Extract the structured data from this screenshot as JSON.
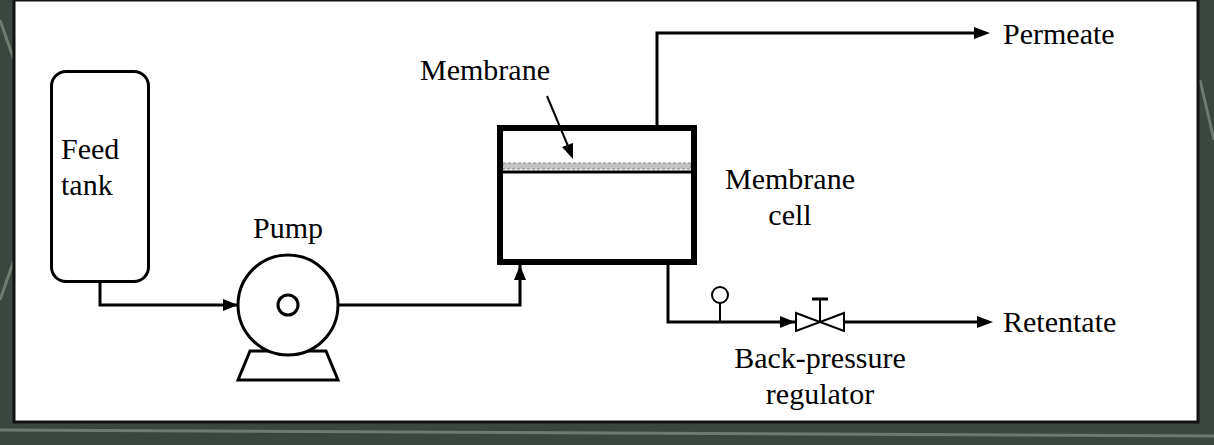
{
  "diagram": {
    "nodes": [
      {
        "text": [
          "Feed tank"
        ]
      },
      {
        "text": [
          "Pump"
        ]
      },
      {
        "text": [
          "Membrane cell"
        ]
      },
      {
        "text": [
          "Back-pressure regulator"
        ]
      }
    ],
    "edges": [
      {
        "from": 0,
        "to": 1,
        "arrow": "to"
      },
      {
        "from": 1,
        "to": 2,
        "arrow": "to"
      },
      {
        "from": 2,
        "to": 3,
        "arrow": "to"
      }
    ],
    "labels": [
      "Membrane",
      "Permeate",
      "Retentate"
    ]
  }
}
